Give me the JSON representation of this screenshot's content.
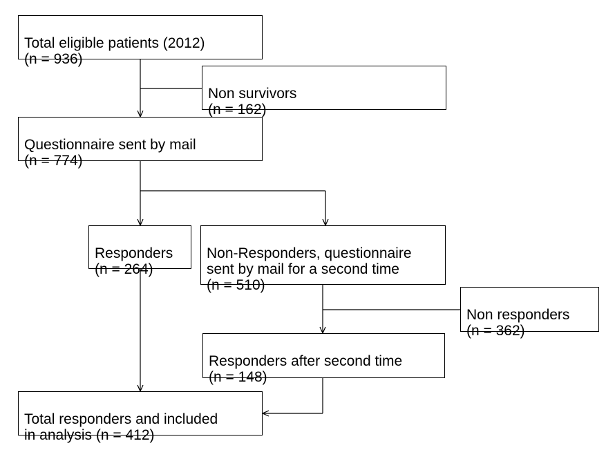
{
  "boxes": {
    "total_eligible": "Total eligible patients (2012)\n(n = 936)",
    "non_survivors": "Non survivors\n(n = 162)",
    "questionnaire_sent": "Questionnaire sent by mail\n(n = 774)",
    "responders": "Responders\n(n = 264)",
    "non_responders_second": "Non-Responders, questionnaire\nsent by mail for a second time\n(n = 510)",
    "non_responders": "Non responders\n(n = 362)",
    "responders_second": "Responders after second time\n(n = 148)",
    "total_included": "Total responders and included\nin analysis (n = 412)"
  }
}
